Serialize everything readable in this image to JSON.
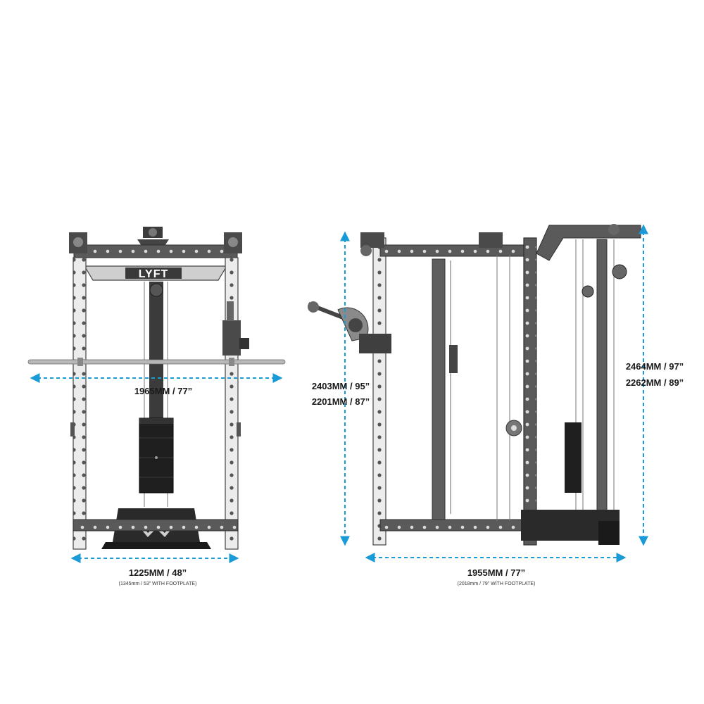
{
  "colors": {
    "frame_dark": "#3b3b3b",
    "frame_mid": "#6a6a6a",
    "frame_light": "#e9e9e9",
    "weight_stack": "#1f1f1f",
    "bar_silver": "#b8b8b8",
    "dimension_blue": "#1a9ad6",
    "text": "#1a1a1a"
  },
  "front_view": {
    "logo": "LYFT",
    "width_label": "1965MM / 77”",
    "base_label": "1225MM / 48”",
    "base_note": "(1345mm / 53” WITH FOOTPLATE)"
  },
  "side_view": {
    "front_height_1": "2403MM / 95”",
    "front_height_2": "2201MM / 87”",
    "rear_height_1": "2464MM / 97”",
    "rear_height_2": "2262MM / 89”",
    "depth_label": "1955MM / 77”",
    "depth_note": "(2018mm / 79” WITH FOOTPLATE)"
  }
}
